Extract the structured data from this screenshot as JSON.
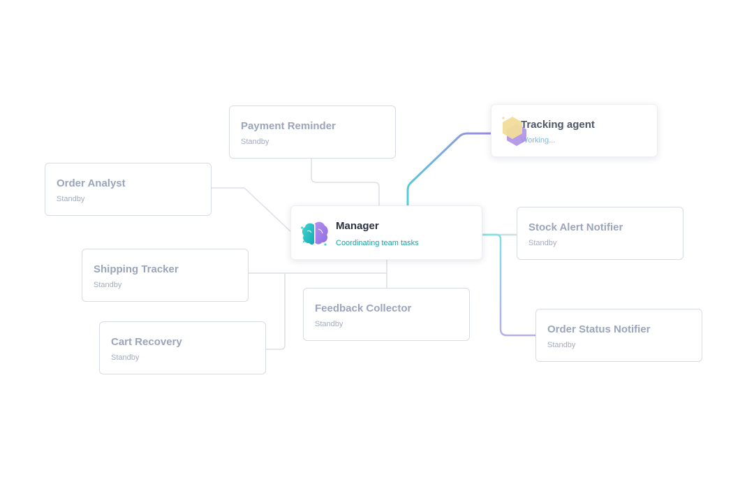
{
  "manager": {
    "title": "Manager",
    "status": "Coordinating team tasks"
  },
  "tracking_agent": {
    "title": "Tracking agent",
    "status": "Working..."
  },
  "agents": [
    {
      "title": "Payment Reminder",
      "status": "Standby"
    },
    {
      "title": "Order Analyst",
      "status": "Standby"
    },
    {
      "title": "Shipping Tracker",
      "status": "Standby"
    },
    {
      "title": "Cart Recovery",
      "status": "Standby"
    },
    {
      "title": "Feedback Collector",
      "status": "Standby"
    },
    {
      "title": "Stock Alert Notifier",
      "status": "Standby"
    },
    {
      "title": "Order Status Notifier",
      "status": "Standby"
    }
  ],
  "icons": {
    "manager": "brain-icon",
    "tracking_agent": "hexagon-icon"
  },
  "colors": {
    "connector_idle": "#dcdfe6",
    "connector_active_start": "#4fd1db",
    "connector_active_end": "#9b8ce0",
    "manager_status": "#17a3a0"
  }
}
